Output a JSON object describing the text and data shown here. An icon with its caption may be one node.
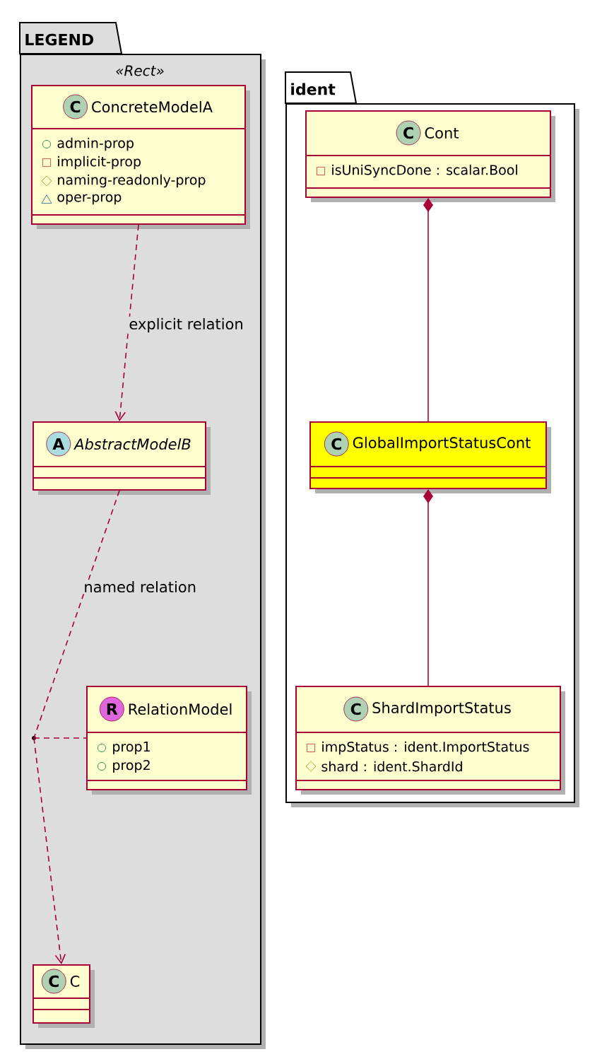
{
  "diagram": {
    "nodes": [
      {
        "text": [
          "LEGEND",
          "«Rect»"
        ]
      },
      {
        "text": [
          "C",
          "ConcreteModelA",
          "admin-prop",
          "implicit-prop",
          "naming-readonly-prop",
          "oper-prop"
        ],
        "in": 0
      },
      {
        "text": [
          "A",
          "AbstractModelB"
        ],
        "in": 0
      },
      {
        "text": [],
        "shape": "circle",
        "in": 0
      },
      {
        "text": [
          "R",
          "RelationModel",
          "prop1",
          "prop2"
        ],
        "in": 0
      },
      {
        "text": [
          "C",
          "C"
        ],
        "in": 0
      },
      {
        "text": [
          "ident"
        ]
      },
      {
        "text": [
          "C",
          "Cont",
          "isUniSyncDone : scalar.Bool"
        ],
        "in": 6
      },
      {
        "text": [
          "C",
          "GlobalImportStatusCont"
        ],
        "in": 6
      },
      {
        "text": [
          "C",
          "ShardImportStatus",
          "impStatus : ident.ImportStatus",
          "shard : ident.ShardId"
        ],
        "in": 6
      }
    ],
    "edges": [
      {
        "from": 1,
        "to": 2,
        "arrow": "to",
        "style": "dashed",
        "label": "explicit relation"
      },
      {
        "from": 2,
        "to": 3,
        "arrow": "none",
        "style": "dashed",
        "label": "named relation"
      },
      {
        "from": 3,
        "to": 5,
        "arrow": "to",
        "style": "dashed"
      },
      {
        "from": 3,
        "to": 4,
        "arrow": "none",
        "style": "dashed"
      },
      {
        "from": 7,
        "to": 8,
        "arrow": "other"
      },
      {
        "from": 8,
        "to": 9,
        "arrow": "other"
      }
    ]
  }
}
